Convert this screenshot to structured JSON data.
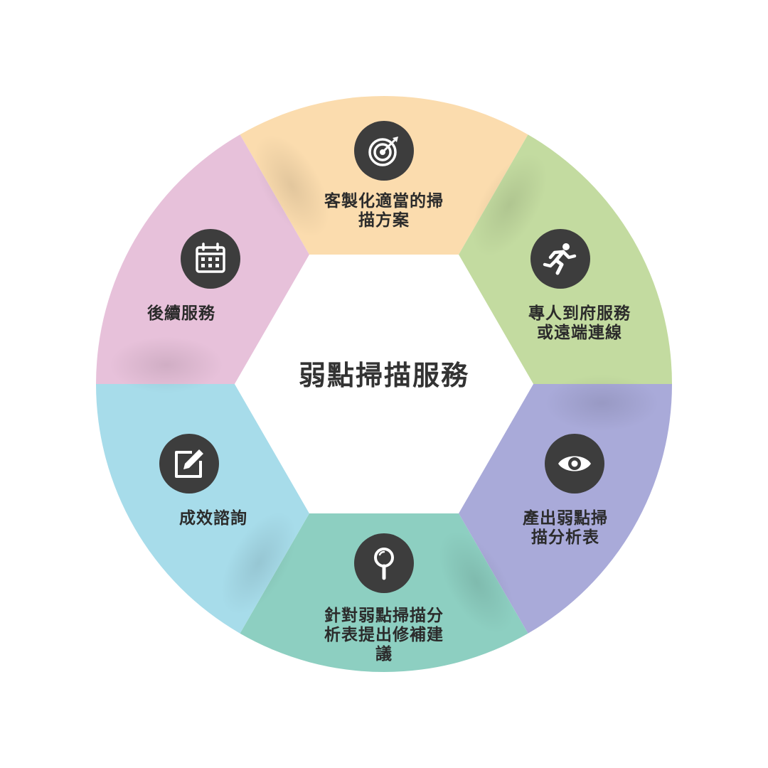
{
  "diagram": {
    "center_title": "弱點掃描服務",
    "segments": [
      {
        "id": "top",
        "icon": "target-icon",
        "color": "#fbdcae",
        "label": "客製化適當的掃\n描方案"
      },
      {
        "id": "upper-right",
        "icon": "running-person-icon",
        "color": "#c3dba0",
        "label": "專人到府服務\n或遠端連線"
      },
      {
        "id": "lower-right",
        "icon": "eye-icon",
        "color": "#a9aad9",
        "label": "產出弱點掃\n描分析表"
      },
      {
        "id": "bottom",
        "icon": "magnifier-icon",
        "color": "#8dcfc1",
        "label": "針對弱點掃描分\n析表提出修補建\n議"
      },
      {
        "id": "lower-left",
        "icon": "edit-icon",
        "color": "#a7dcea",
        "label": "成效諮詢"
      },
      {
        "id": "upper-left",
        "icon": "calendar-icon",
        "color": "#e7c1da",
        "label": "後續服務"
      }
    ]
  }
}
